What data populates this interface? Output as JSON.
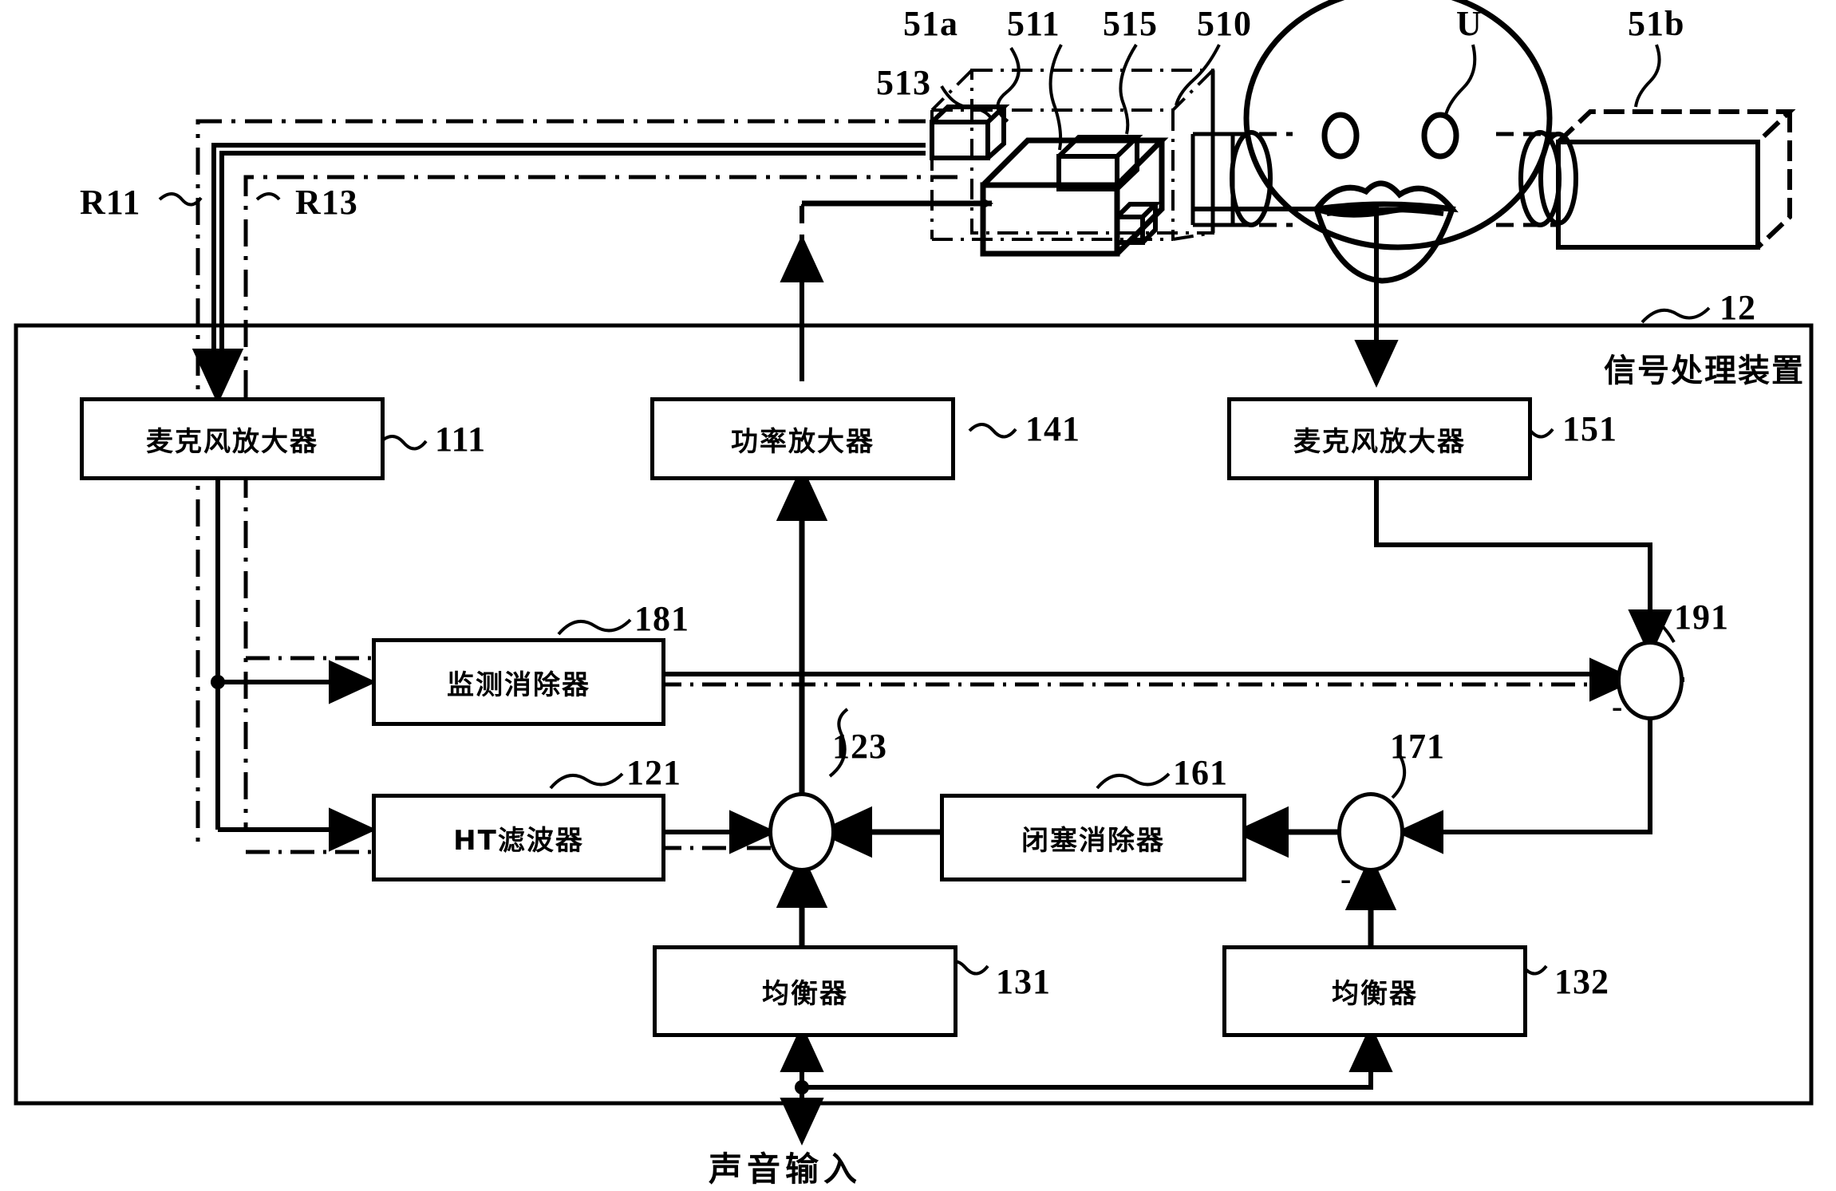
{
  "figure": {
    "device_label": "信号处理装置",
    "device_ref": "12",
    "sound_input_label": "声音输入"
  },
  "callouts": [
    {
      "id": "c-513",
      "text": "513"
    },
    {
      "id": "c-51a",
      "text": "51a"
    },
    {
      "id": "c-511",
      "text": "511"
    },
    {
      "id": "c-515",
      "text": "515"
    },
    {
      "id": "c-510",
      "text": "510"
    },
    {
      "id": "c-U",
      "text": "U"
    },
    {
      "id": "c-51b",
      "text": "51b"
    },
    {
      "id": "c-R11",
      "text": "R11"
    },
    {
      "id": "c-R13",
      "text": "R13"
    }
  ],
  "blocks": [
    {
      "id": "b111",
      "label": "麦克风放大器",
      "ref": "111"
    },
    {
      "id": "b141",
      "label": "功率放大器",
      "ref": "141"
    },
    {
      "id": "b151",
      "label": "麦克风放大器",
      "ref": "151"
    },
    {
      "id": "b181",
      "label": "监测消除器",
      "ref": "181"
    },
    {
      "id": "b121",
      "label": "HT滤波器",
      "ref": "121"
    },
    {
      "id": "b161",
      "label": "闭塞消除器",
      "ref": "161"
    },
    {
      "id": "b131",
      "label": "均衡器",
      "ref": "131"
    },
    {
      "id": "b132",
      "label": "均衡器",
      "ref": "132"
    }
  ],
  "adders": [
    {
      "id": "a123",
      "ref": "123",
      "signs": [
        "+",
        "+",
        "+"
      ]
    },
    {
      "id": "a171",
      "ref": "171",
      "signs": [
        "+",
        "-"
      ]
    },
    {
      "id": "a191",
      "ref": "191",
      "signs": [
        "+",
        "-"
      ]
    }
  ],
  "adder_minus": {
    "a171": "-",
    "a191": "-"
  },
  "colors": {
    "ink": "#000000",
    "paper": "#ffffff"
  }
}
